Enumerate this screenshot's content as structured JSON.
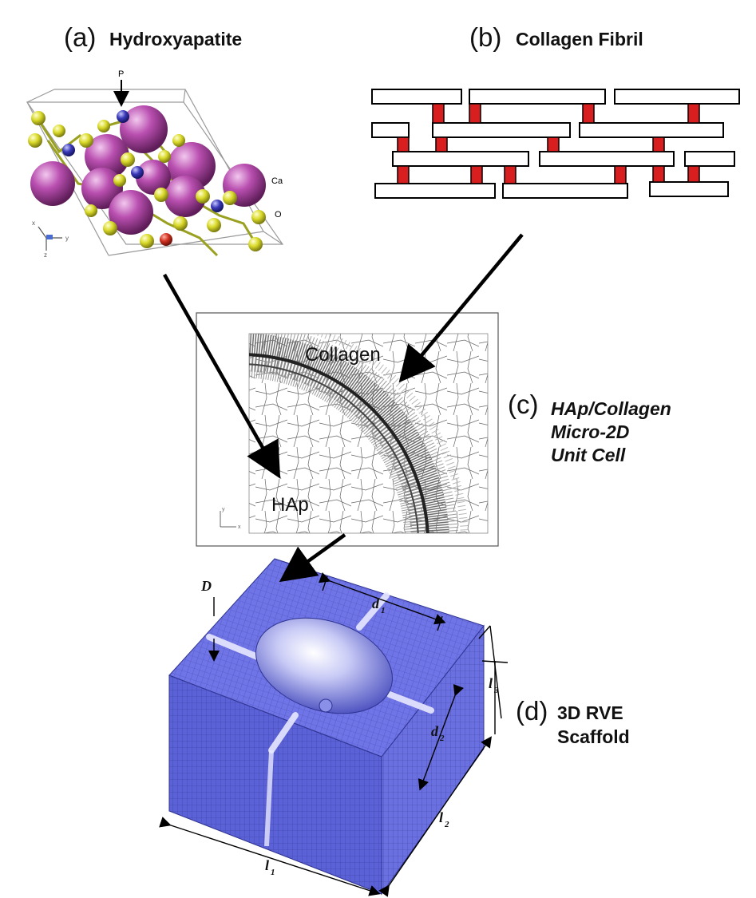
{
  "panels": {
    "a": {
      "letter": "(a)",
      "title": "Hydroxyapatite",
      "atom_labels": {
        "p": "P",
        "ca": "Ca",
        "o": "O"
      },
      "axis_labels": {
        "x": "x",
        "y": "y",
        "z": "z"
      }
    },
    "b": {
      "letter": "(b)",
      "title": "Collagen Fibril"
    },
    "c": {
      "letter": "(c)",
      "title_lines": [
        "HAp/Collagen",
        "Micro-2D",
        "Unit Cell"
      ],
      "region_labels": {
        "collagen": "Collagen",
        "hap": "HAp"
      },
      "axis_labels": {
        "x": "x",
        "y": "y"
      }
    },
    "d": {
      "letter": "(d)",
      "title_lines": [
        "3D RVE",
        "Scaffold"
      ],
      "dimension_labels": {
        "d1": "d",
        "d1_sub": "1",
        "d2": "d",
        "d2_sub": "2",
        "D": "D",
        "l1": "l",
        "l1_sub": "1",
        "l2": "l",
        "l2_sub": "2",
        "l3": "l",
        "l3_sub": "3"
      }
    }
  },
  "colors": {
    "ca_atom": "#b94fb0",
    "o_atom": "#d9d92a",
    "p_atom": "#3a3ab8",
    "red_atom": "#d03020",
    "fibril_fill": "#ffffff",
    "crosslink": "#d81e1e",
    "scaffold_top": "#6f74e6",
    "scaffold_side": "#5a5fd0",
    "mesh_line": "#3b3f9a"
  }
}
